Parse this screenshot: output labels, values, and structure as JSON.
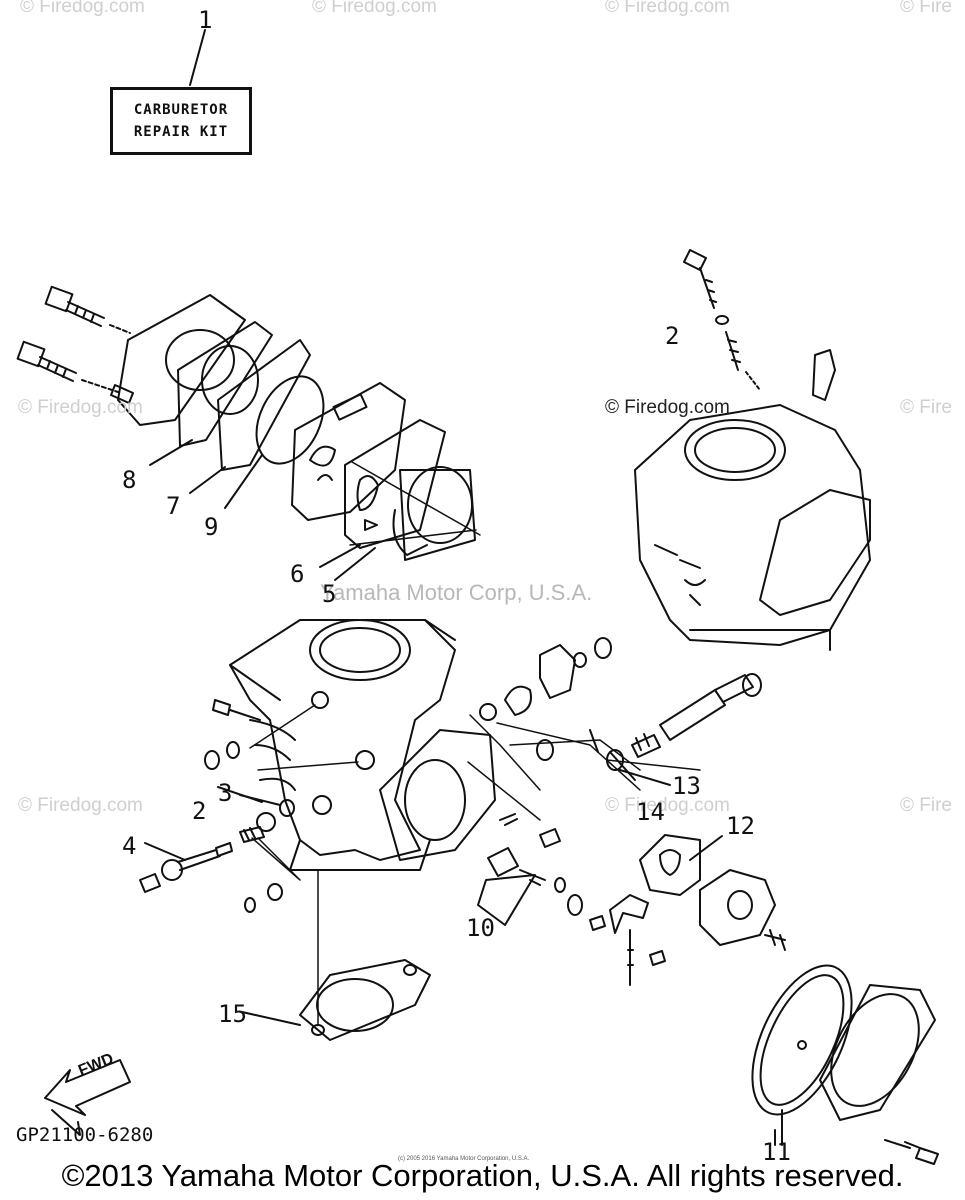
{
  "watermarks": [
    "© Firedog.com",
    "© Firedog.com",
    "© Firedog.com",
    "© Fire",
    "© Firedog.com",
    "© Firedog.com",
    "© Fire",
    "© Firedog.com",
    "© Firedog.com",
    "© Fire"
  ],
  "kit_label": {
    "line1": "CARBURETOR",
    "line2": "REPAIR KIT"
  },
  "center_watermark": "Yamaha Motor Corp, U.S.A.",
  "callouts": [
    "1",
    "2",
    "8",
    "7",
    "9",
    "6",
    "5",
    "2",
    "3",
    "4",
    "13",
    "14",
    "12",
    "10",
    "15",
    "11"
  ],
  "fwd_label": "FWD",
  "doc_code": "GP21100-6280",
  "tiny_notice": "(c) 2005 2016 Yamaha Motor Corporation, U.S.A.",
  "copyright": "©2013 Yamaha Motor Corporation, U.S.A. All rights reserved.",
  "colors": {
    "line": "#111111",
    "watermark": "#cfcfcf"
  }
}
